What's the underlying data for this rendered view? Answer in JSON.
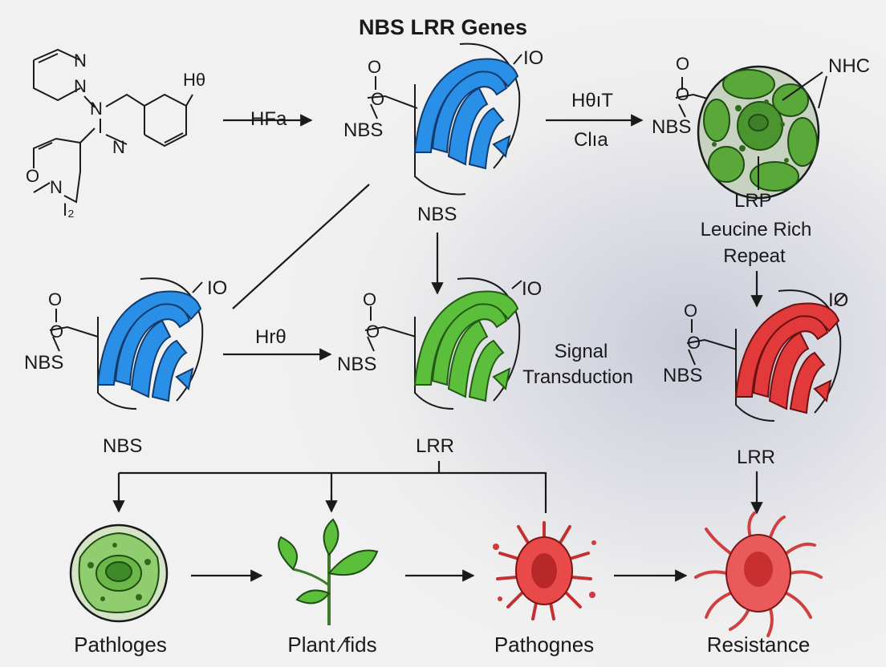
{
  "title": "NBS LRR Genes",
  "chem": {
    "h3": "Hθ",
    "n_a": "N",
    "n_b": "N",
    "n_c": "N",
    "n_d": "N",
    "o_a": "O",
    "n_e": "N",
    "n_sub": "I₂"
  },
  "arrows": {
    "hfa": "HFa",
    "h8t": "HθıT",
    "cl1a": "Clıa",
    "hr0": "Hrθ"
  },
  "proteins": {
    "top_center": {
      "nbs_left": "NBS",
      "nbs_bottom": "NBS",
      "o_top": "O",
      "o_side": "O",
      "io": "IO",
      "color": "#2a8fe6"
    },
    "mid_left": {
      "nbs_left": "NBS",
      "nbs_bottom": "NBS",
      "o_top": "O",
      "o_side": "O",
      "io": "IO",
      "color": "#2a8fe6"
    },
    "mid_center": {
      "nbs_left": "NBS",
      "nbs_bottom": "LRR",
      "o_top": "O",
      "o_side": "O",
      "io": "IO",
      "color": "#5cbf3c"
    },
    "mid_right": {
      "nbs_left": "NBS",
      "nbs_bottom": "LRR",
      "o_top": "O",
      "o_side": "O",
      "io": "IO",
      "color": "#e23a3a"
    }
  },
  "cell_top": {
    "nbs": "NBS",
    "o_top": "O",
    "o_side": "O",
    "nhc": "NHC",
    "lrp": "LRP",
    "leucine_1": "Leucine Rich",
    "leucine_2": "Repeat"
  },
  "signal": {
    "line1": "Signal",
    "line2": "Transduction"
  },
  "bottom": {
    "pathloges": "Pathloges",
    "plant": "Plant ⁄fids",
    "pathognes": "Pathognes",
    "resistance": "Resistance"
  },
  "colors": {
    "blue": "#2a8fe6",
    "green": "#5cbf3c",
    "red": "#e23a3a",
    "cell_green": "#5aa83a",
    "line": "#1a1a1a"
  }
}
